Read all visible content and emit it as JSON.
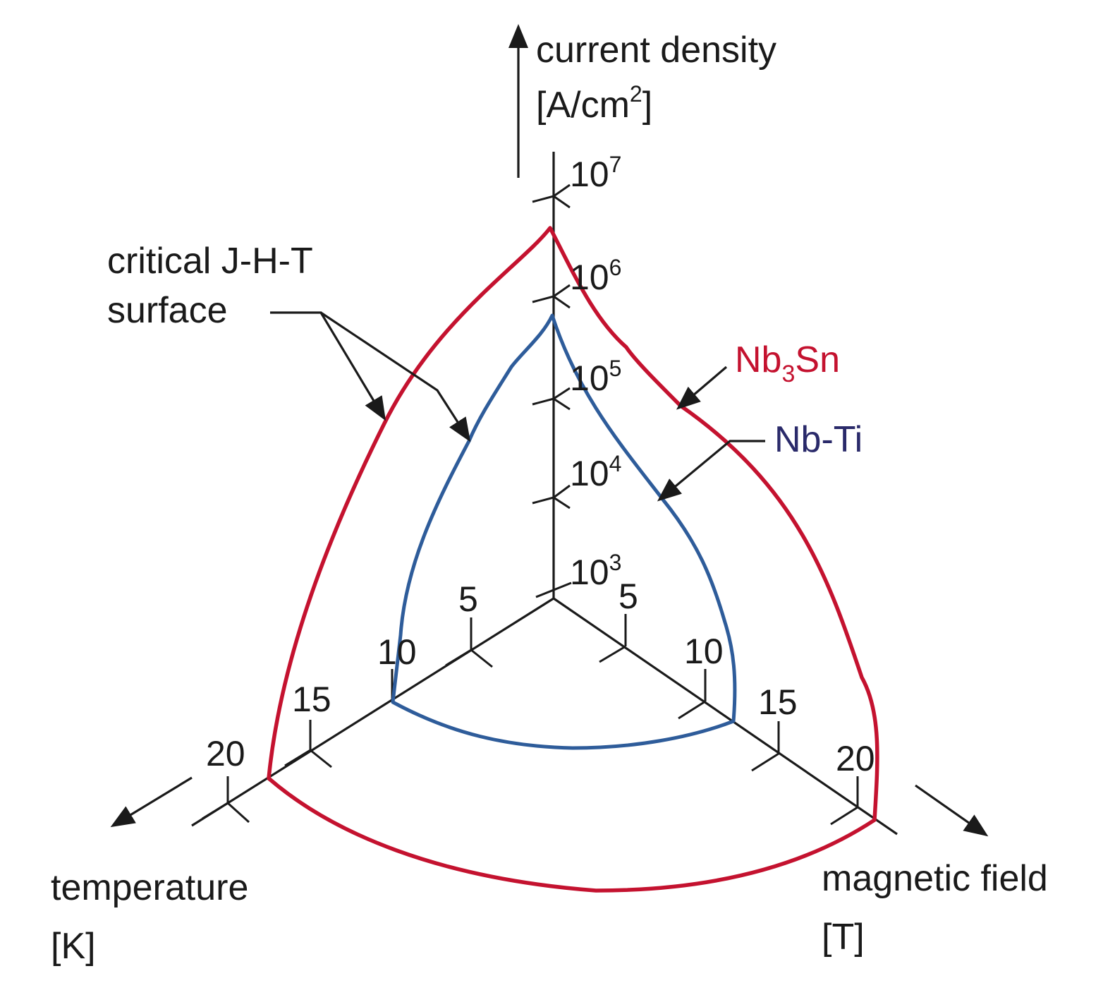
{
  "axes": {
    "current_density": {
      "label": "current density",
      "unit_prefix": "[A/cm",
      "unit_power": "2",
      "unit_suffix": "]"
    },
    "temperature": {
      "label": "temperature",
      "unit": "[K]"
    },
    "magnetic_field": {
      "label": "magnetic field",
      "unit": "[T]"
    }
  },
  "j_ticks": [
    {
      "base": "10",
      "exp": "3"
    },
    {
      "base": "10",
      "exp": "4"
    },
    {
      "base": "10",
      "exp": "5"
    },
    {
      "base": "10",
      "exp": "6"
    },
    {
      "base": "10",
      "exp": "7"
    }
  ],
  "t_ticks": [
    "5",
    "10",
    "15",
    "20"
  ],
  "h_ticks": [
    "5",
    "10",
    "15",
    "20"
  ],
  "annotation": {
    "line1": "critical J-H-T",
    "line2": "surface"
  },
  "materials": {
    "nb3sn": {
      "prefix": "Nb",
      "subscript": "3",
      "suffix": "Sn",
      "color": "#c4122f"
    },
    "nbti": {
      "label": "Nb-Ti",
      "color": "#2e5c9a",
      "label_color": "#2a2a6a"
    }
  }
}
